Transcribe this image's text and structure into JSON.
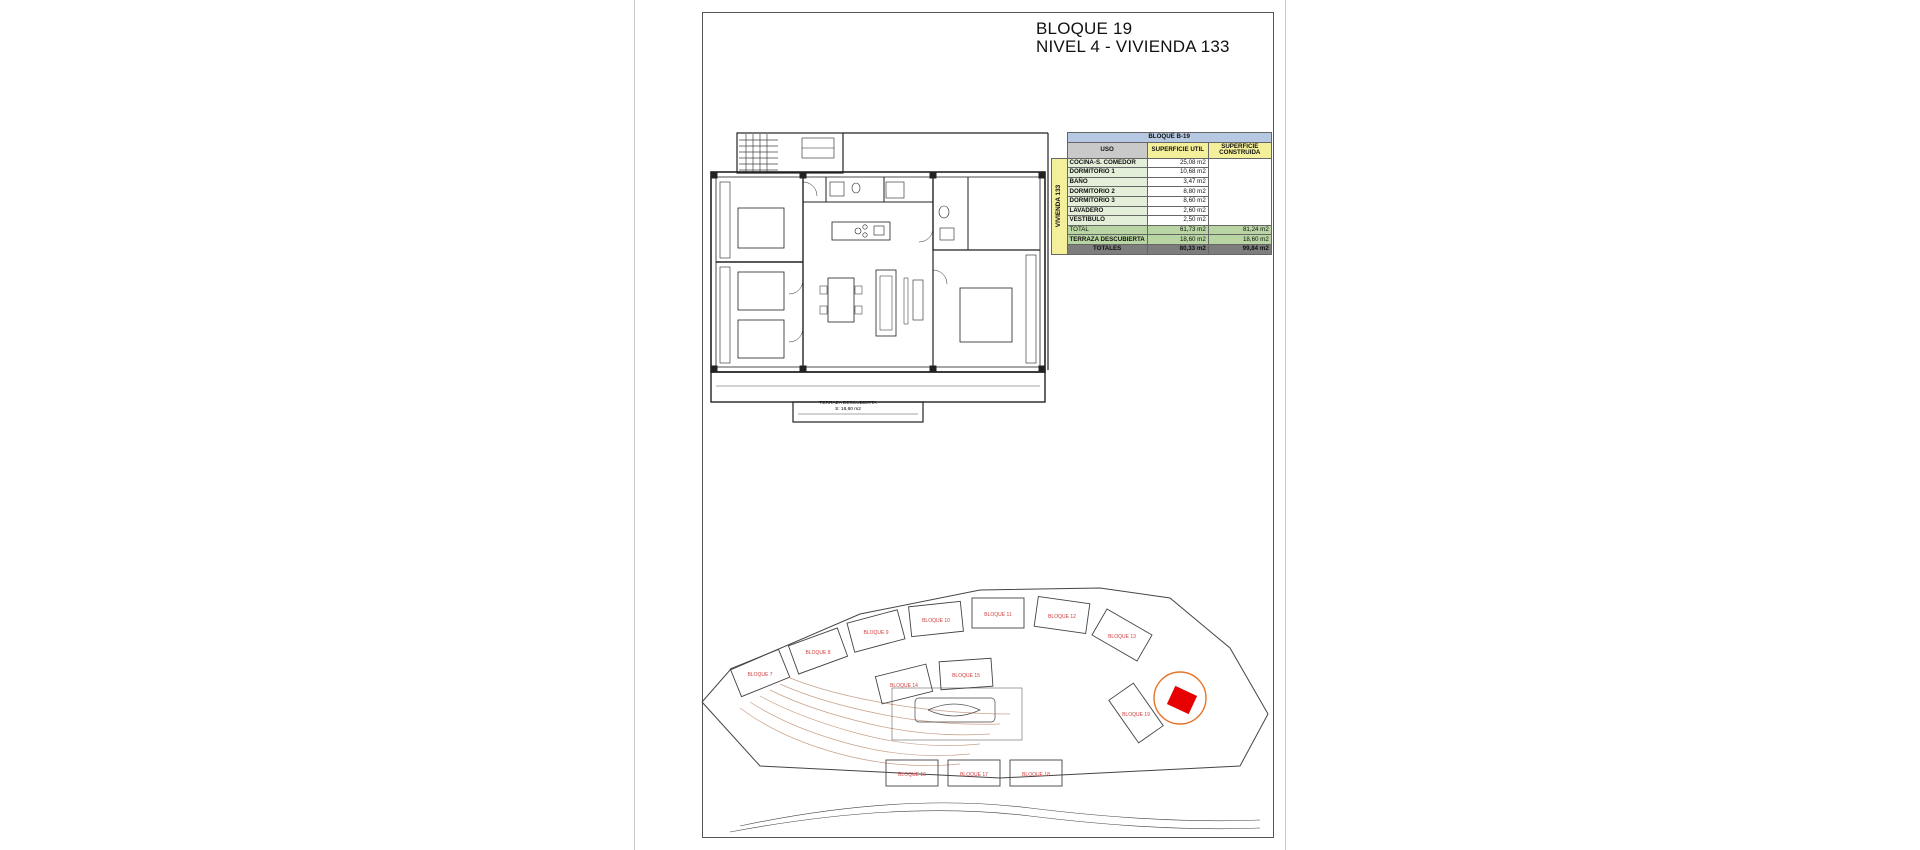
{
  "title": {
    "line1": "BLOQUE 19",
    "line2": "NIVEL 4 - VIVIENDA 133"
  },
  "surface_table": {
    "block_header": "BLOQUE B-19",
    "col_uso": "USO",
    "col_util": "SUPERFICIE UTIL",
    "col_construida": "SUPERFICIE CONSTRUIDA",
    "unit_label": "VIVIENDA 133",
    "rows": [
      {
        "uso": "COCINA-S. COMEDOR",
        "util": "25,08 m2"
      },
      {
        "uso": "DORMITORIO 1",
        "util": "10,68 m2"
      },
      {
        "uso": "BAÑO",
        "util": "3,47 m2"
      },
      {
        "uso": "DORMITORIO 2",
        "util": "8,80 m2"
      },
      {
        "uso": "DORMITORIO 3",
        "util": "8,60 m2"
      },
      {
        "uso": "LAVADERO",
        "util": "2,60 m2"
      },
      {
        "uso": "VESTIBULO",
        "util": "2,50 m2"
      }
    ],
    "total": {
      "label": "TOTAL",
      "util": "61,73 m2",
      "construida": "81,24 m2"
    },
    "terraza": {
      "label": "TERRAZA DESCUBIERTA",
      "util": "18,60 m2",
      "construida": "18,60 m2"
    },
    "totales": {
      "label": "TOTALES",
      "util": "80,33 m2",
      "construida": "99,84 m2"
    }
  },
  "plan": {
    "terrace_label": "TERRAZA DESCUBIERTA",
    "terrace_area": "S: 18,60 m2"
  },
  "site_plan": {
    "block_labels": [
      "BLOQUE 19",
      "BLOQUE 18",
      "BLOQUE 17",
      "BLOQUE 16",
      "BLOQUE 15",
      "BLOQUE 14",
      "BLOQUE 13",
      "BLOQUE 12",
      "BLOQUE 11",
      "BLOQUE 10",
      "BLOQUE 9",
      "BLOQUE 8",
      "BLOQUE 7"
    ],
    "highlight_color": "#e60000",
    "circle_color": "#e8732a"
  }
}
